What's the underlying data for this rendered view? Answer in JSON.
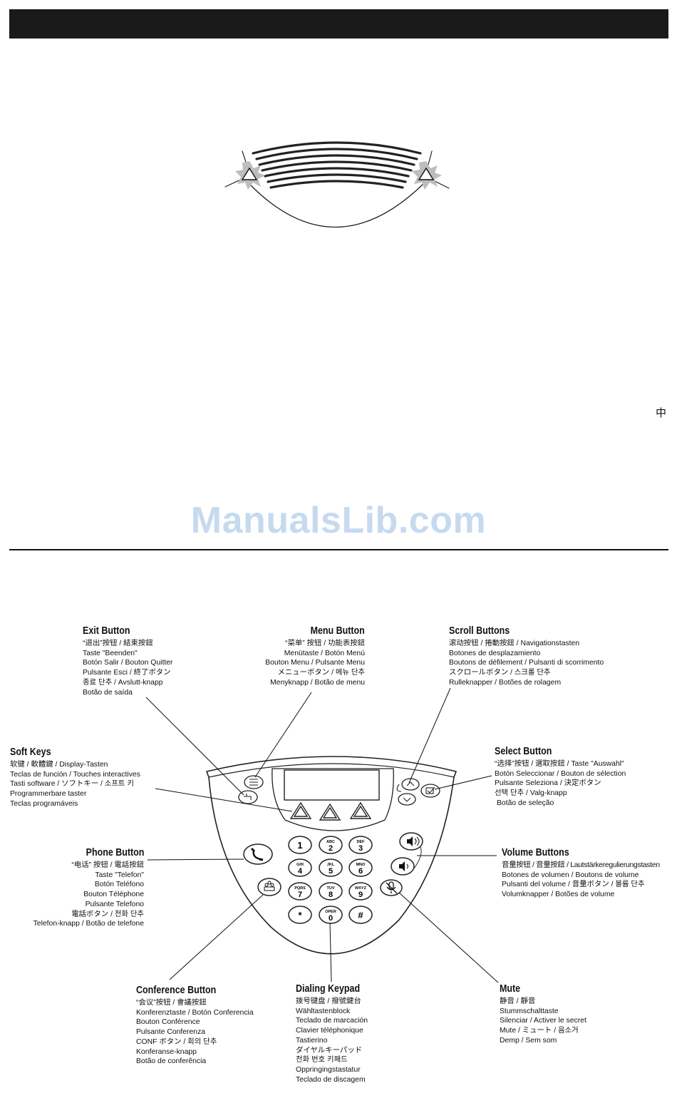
{
  "watermark": "ManualsLib.com",
  "side_char": "中",
  "keypad": {
    "keys": [
      {
        "digit": "1",
        "letters": ""
      },
      {
        "digit": "2",
        "letters": "ABC"
      },
      {
        "digit": "3",
        "letters": "DEF"
      },
      {
        "digit": "4",
        "letters": "GHI"
      },
      {
        "digit": "5",
        "letters": "JKL"
      },
      {
        "digit": "6",
        "letters": "MNO"
      },
      {
        "digit": "7",
        "letters": "PQRS"
      },
      {
        "digit": "8",
        "letters": "TUV"
      },
      {
        "digit": "9",
        "letters": "WXYZ"
      },
      {
        "digit": "*",
        "letters": ""
      },
      {
        "digit": "0",
        "letters": "OPER"
      },
      {
        "digit": "#",
        "letters": ""
      }
    ]
  },
  "callouts": {
    "exit": {
      "title": "Exit Button",
      "lines": [
        "“退出”按钮 / 結束按鈕",
        "Taste \"Beenden\"",
        "Botón Salir / Bouton Quitter",
        "Pulsante Esci / 終了ボタン",
        "종료 단추 / Avslutt-knapp",
        "Botão de saída"
      ]
    },
    "menu": {
      "title": "Menu Button",
      "lines": [
        "“菜单” 按钮 / 功能表按鈕",
        "Menütaste / Botón Menú",
        "Bouton Menu / Pulsante Menu",
        "メニューボタン / 메뉴 단추",
        "Menyknapp / Botão de menu"
      ]
    },
    "scroll": {
      "title": "Scroll Buttons",
      "lines": [
        "滚动按钮 / 捲動按鈕 / Navigationstasten",
        "Botones de desplazamiento",
        "Boutons de défilement / Pulsanti di scorrimento",
        "スクロールボタン / 스크롤 단추",
        "Rulleknapper / Botões de rolagem"
      ]
    },
    "softkeys": {
      "title": "Soft Keys",
      "lines": [
        "软键 / 軟體鍵 / Display-Tasten",
        "Teclas de función / Touches interactives",
        "Tasti software / ソフトキー / 소프트 키",
        "Programmerbare taster",
        "Teclas programáveis"
      ]
    },
    "select": {
      "title": "Select Button",
      "lines": [
        "“选择”按钮 / 選取按鈕 / Taste \"Auswahl\"",
        "Botón Seleccionar / Bouton de sélection",
        "Pulsante Seleziona / 決定ボタン",
        "선택 단추 / Valg-knapp",
        "Botão de seleção"
      ]
    },
    "phone": {
      "title": "Phone Button",
      "lines": [
        "“电话” 按钮 / 電話按鈕",
        "Taste \"Telefon\"",
        "Botón Teléfono",
        "Bouton Téléphone",
        "Pulsante Telefono",
        "電話ボタン / 전화 단추",
        "Telefon-knapp / Botão de telefone"
      ]
    },
    "volume": {
      "title": "Volume Buttons",
      "lines": [
        "音量按钮 / 音量按鈕 / Lautstärkeregulierungstasten",
        "Botones de volumen / Boutons de volume",
        "Pulsanti del volume / 音量ボタン / 볼륨 단추",
        "Volumknapper / Botões de volume"
      ]
    },
    "conference": {
      "title": "Conference Button",
      "lines": [
        "“会议”按钮 / 會議按鈕",
        "Konferenztaste / Botón Conferencia",
        "Bouton Conférence",
        "Pulsante Conferenza",
        "CONF ボタン / 회의 단추",
        "Konferanse-knapp",
        "Botão de conferência"
      ]
    },
    "keypad": {
      "title": "Dialing Keypad",
      "lines": [
        "拨号键盘 / 撥號鍵台",
        "Wähltastenblock",
        "Teclado de marcación",
        "Clavier téléphonique",
        "Tastierino",
        "ダイヤルキーパッド",
        "전화 번호 키패드",
        "Oppringingstastatur",
        "Teclado de discagem"
      ]
    },
    "mute": {
      "title": "Mute",
      "lines": [
        "静音 / 靜音",
        "Stummschalttaste",
        "Silenciar / Activer le secret",
        "Mute / ミュート / 음소거",
        "Demp / Sem som"
      ]
    }
  }
}
